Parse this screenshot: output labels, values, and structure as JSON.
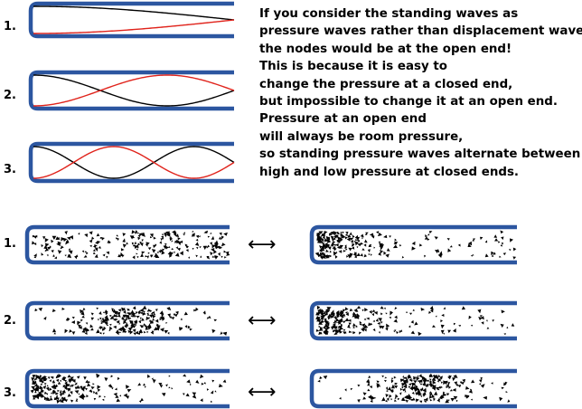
{
  "colors": {
    "tube": "#2c56a0",
    "curve_a": "#000000",
    "curve_b": "#e0231b",
    "particles": "#000000"
  },
  "explanation_lines": [
    "If you consider the standing waves as",
    "pressure waves rather than displacement waves,",
    "the nodes would be at the open end!",
    "This is because it is easy to",
    "change the pressure at a closed end,",
    "but impossible to change it at an open end.",
    "Pressure at an open end",
    "will always be room pressure,",
    "so standing pressure waves alternate between",
    "high and low pressure at closed ends."
  ],
  "wave_modes": [
    {
      "label": "1.",
      "half_wavelengths": 1
    },
    {
      "label": "2.",
      "half_wavelengths": 3
    },
    {
      "label": "3.",
      "half_wavelengths": 5
    }
  ],
  "particle_modes": [
    {
      "label": "1.",
      "arrow": "⟷",
      "left_cluster": "none",
      "right_cluster": "closed-end"
    },
    {
      "label": "2.",
      "arrow": "⟷",
      "left_cluster": "middle",
      "right_cluster": "closed-end"
    },
    {
      "label": "3.",
      "arrow": "⟷",
      "left_cluster": "closed-end",
      "right_cluster": "middle"
    }
  ]
}
